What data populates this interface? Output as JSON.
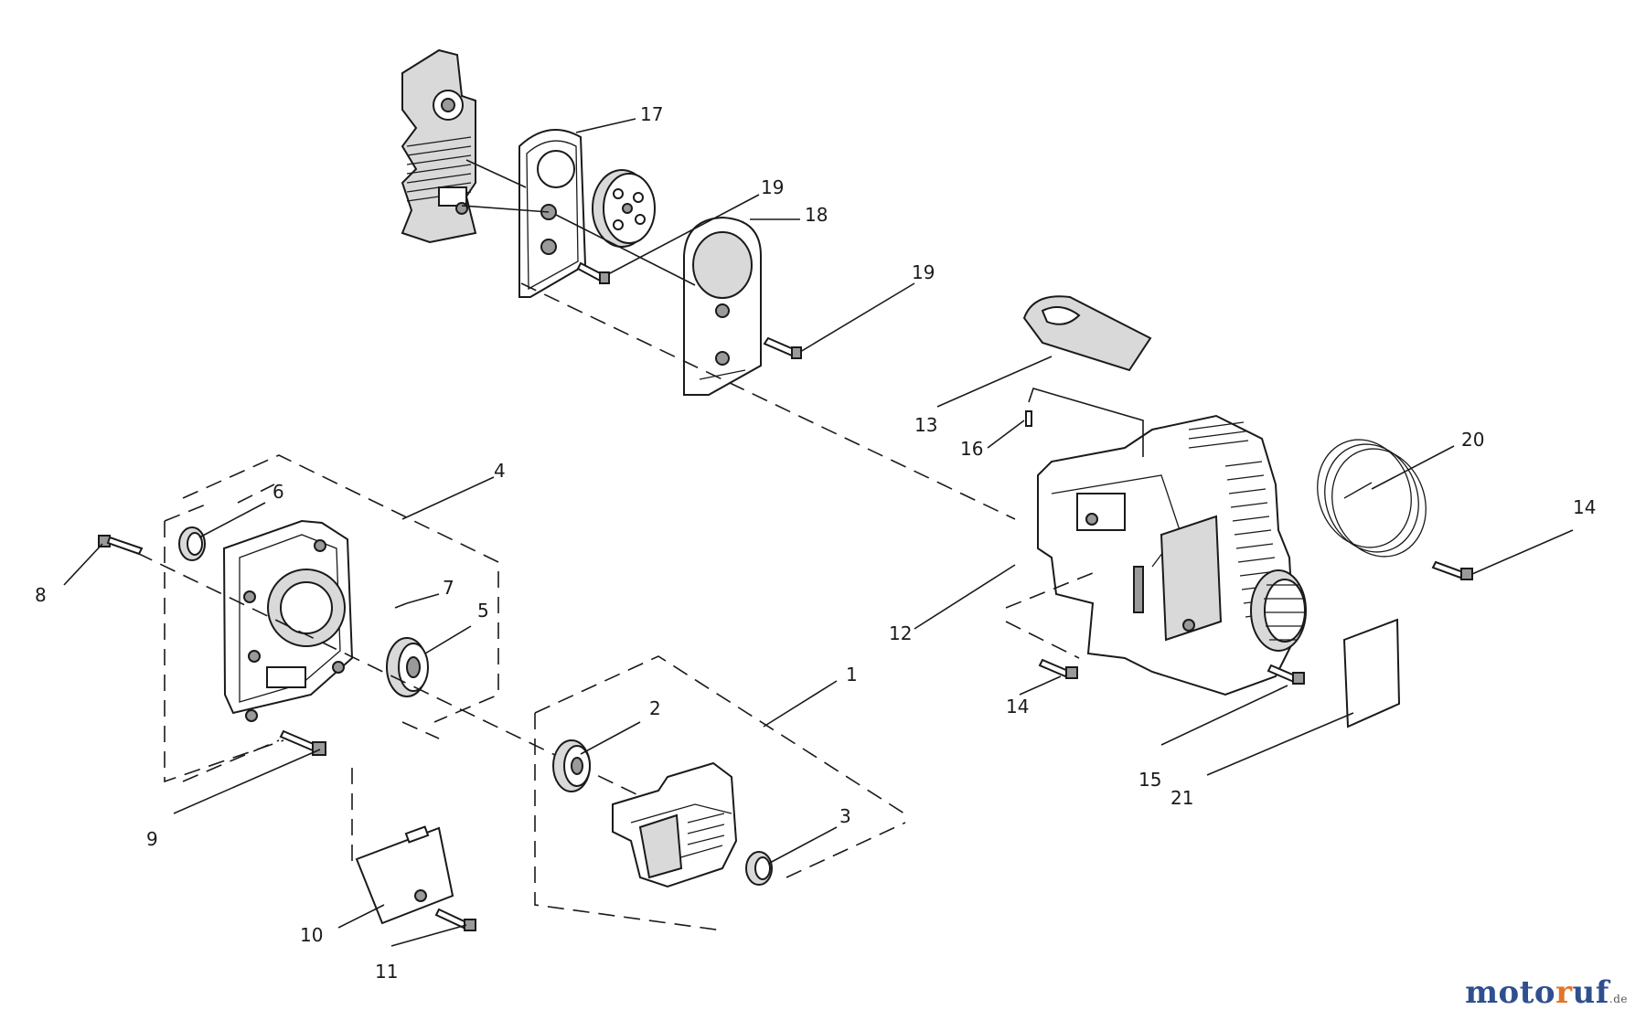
{
  "callouts": {
    "c1": "1",
    "c2": "2",
    "c3": "3",
    "c4": "4",
    "c5": "5",
    "c6": "6",
    "c7": "7",
    "c8": "8",
    "c9": "9",
    "c10": "10",
    "c11": "11",
    "c12": "12",
    "c13": "13",
    "c14a": "14",
    "c14b": "14",
    "c15": "15",
    "c16": "16",
    "c17": "17",
    "c18": "18",
    "c19a": "19",
    "c19b": "19",
    "c20": "20",
    "c21": "21"
  },
  "watermark": {
    "part1": "moto",
    "part2": "r",
    "part3": "uf",
    "part4": ".de"
  },
  "colors": {
    "line": "#1a1a1a",
    "background": "#ffffff",
    "brand_blue": "#2f4f8f",
    "brand_orange": "#e0752a"
  }
}
